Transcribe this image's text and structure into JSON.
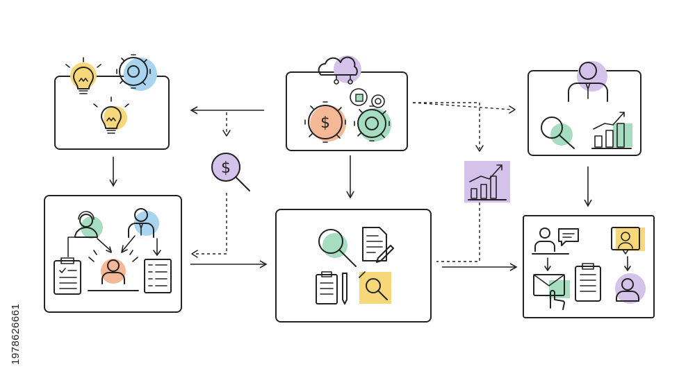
{
  "stock_id": "1978626661",
  "colors": {
    "yellow": "#f6d87a",
    "blue": "#a8d4f0",
    "purple": "#d4c2ea",
    "orange": "#f4b896",
    "green": "#a6dcc0",
    "line": "#222222"
  },
  "boxes": [
    {
      "id": "ideas",
      "icons": [
        "lightbulb-icon",
        "gears-icon",
        "lightbulb-icon"
      ]
    },
    {
      "id": "finance-gears",
      "icons": [
        "cloud-network-icon",
        "dollar-gear-icon",
        "green-gear-icon"
      ]
    },
    {
      "id": "manager-analytics",
      "icons": [
        "businessman-icon",
        "magnifier-icon",
        "growth-chart-icon"
      ]
    },
    {
      "id": "team-selection",
      "icons": [
        "support-person-icon",
        "businessman-icon",
        "candidate-icon",
        "clipboard-icon",
        "form-icon"
      ]
    },
    {
      "id": "research-docs",
      "icons": [
        "magnifier-icon",
        "document-pen-icon",
        "clipboard-pencil-icon",
        "sticky-note-search-icon"
      ]
    },
    {
      "id": "hiring-process",
      "icons": [
        "interview-icon",
        "clipboard-icon",
        "video-call-icon",
        "email-click-icon",
        "user-icon"
      ]
    }
  ],
  "floating_icons": [
    "dollar-search-icon",
    "growth-chart-icon"
  ]
}
